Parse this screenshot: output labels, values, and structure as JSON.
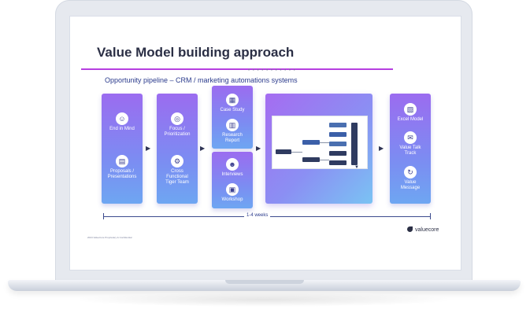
{
  "slide": {
    "title": "Value Model building approach",
    "subtitle": "Opportunity pipeline – CRM / marketing automations systems",
    "timeline_label": "1-4 weeks",
    "footnote": "2024 ValueCore Proprietary & Confidential",
    "logo_text": "valuecore"
  },
  "stage1": [
    {
      "label": "End in Mind",
      "icon": "head-icon"
    },
    {
      "label": "Proposals /\nPresentations",
      "icon": "presentation-icon"
    }
  ],
  "stage2": [
    {
      "label": "Focus /\nPrioritization",
      "icon": "target-icon"
    },
    {
      "label": "Cross\nFunctional\nTiger Team",
      "icon": "gear-icon"
    }
  ],
  "stage3a": [
    {
      "label": "Case Study",
      "icon": "document-icon"
    },
    {
      "label": "Research\nReport",
      "icon": "report-icon"
    }
  ],
  "stage3b": [
    {
      "label": "Interviews",
      "icon": "interview-icon"
    },
    {
      "label": "Workshop",
      "icon": "workshop-icon"
    }
  ],
  "stage5": [
    {
      "label": "Excel Model",
      "icon": "excel-icon"
    },
    {
      "label": "Value Talk\nTrack",
      "icon": "chat-icon"
    },
    {
      "label": "Value\nMessage",
      "icon": "message-icon"
    }
  ],
  "colors": {
    "accent": "#b63fe0",
    "navy": "#2a3a8c",
    "box_top": "#9b6cf0",
    "box_bottom": "#6ea6f2"
  }
}
